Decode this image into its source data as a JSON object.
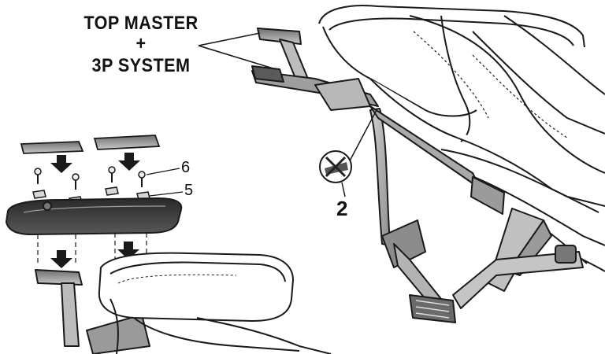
{
  "heading": {
    "line1": "TOP MASTER",
    "line2": "+",
    "line3": "3P SYSTEM"
  },
  "callouts": {
    "part_6": "6",
    "part_5": "5",
    "part_2": "2"
  },
  "colors": {
    "ink": "#1a1a1a",
    "metal": "#a8a8a8",
    "plate": "#3a3a3a",
    "seat": "#ffffff"
  },
  "icons": [
    "down-arrow-icon",
    "no-tool-icon",
    "screw-icon",
    "washer-icon"
  ]
}
